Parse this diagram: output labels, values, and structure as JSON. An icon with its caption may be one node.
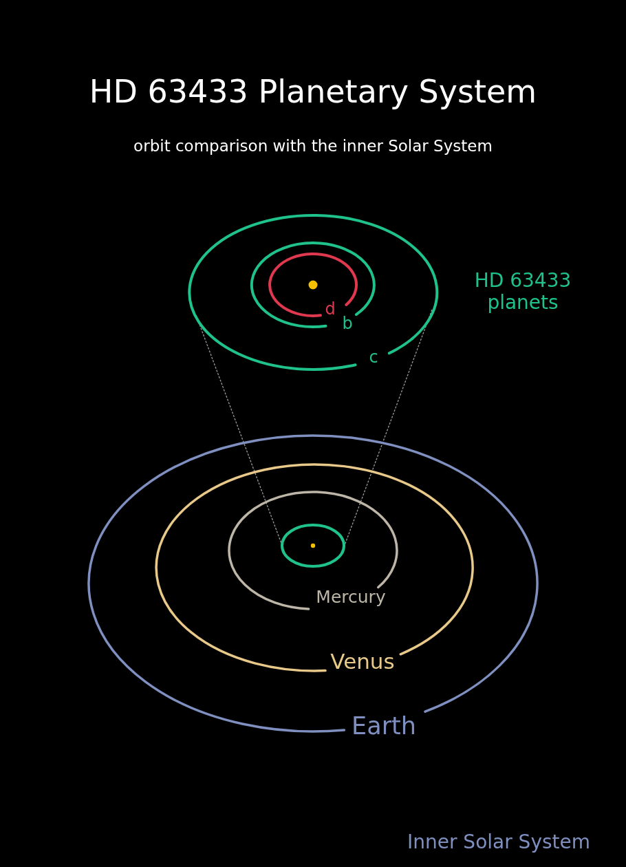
{
  "diagram": {
    "title": "HD 63433 Planetary System",
    "labels": [
      "orbit comparison with the inner Solar System",
      "HD 63433 planets",
      "d",
      "b",
      "c",
      "Mercury",
      "Venus",
      "Earth",
      "Inner Solar System"
    ]
  }
}
